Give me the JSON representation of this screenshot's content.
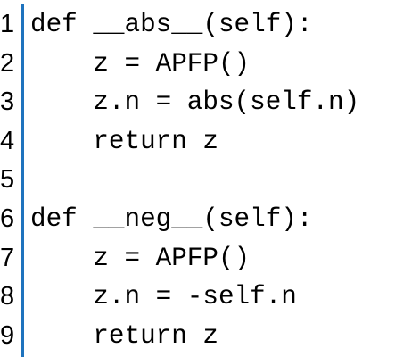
{
  "colors": {
    "divider": "#1e73be",
    "text": "#000000",
    "background": "#ffffff"
  },
  "lines": [
    {
      "number": "1",
      "code": "def __abs__(self):"
    },
    {
      "number": "2",
      "code": "    z = APFP()"
    },
    {
      "number": "3",
      "code": "    z.n = abs(self.n)"
    },
    {
      "number": "4",
      "code": "    return z"
    },
    {
      "number": "5",
      "code": ""
    },
    {
      "number": "6",
      "code": "def __neg__(self):"
    },
    {
      "number": "7",
      "code": "    z = APFP()"
    },
    {
      "number": "8",
      "code": "    z.n = -self.n"
    },
    {
      "number": "9",
      "code": "    return z"
    }
  ]
}
